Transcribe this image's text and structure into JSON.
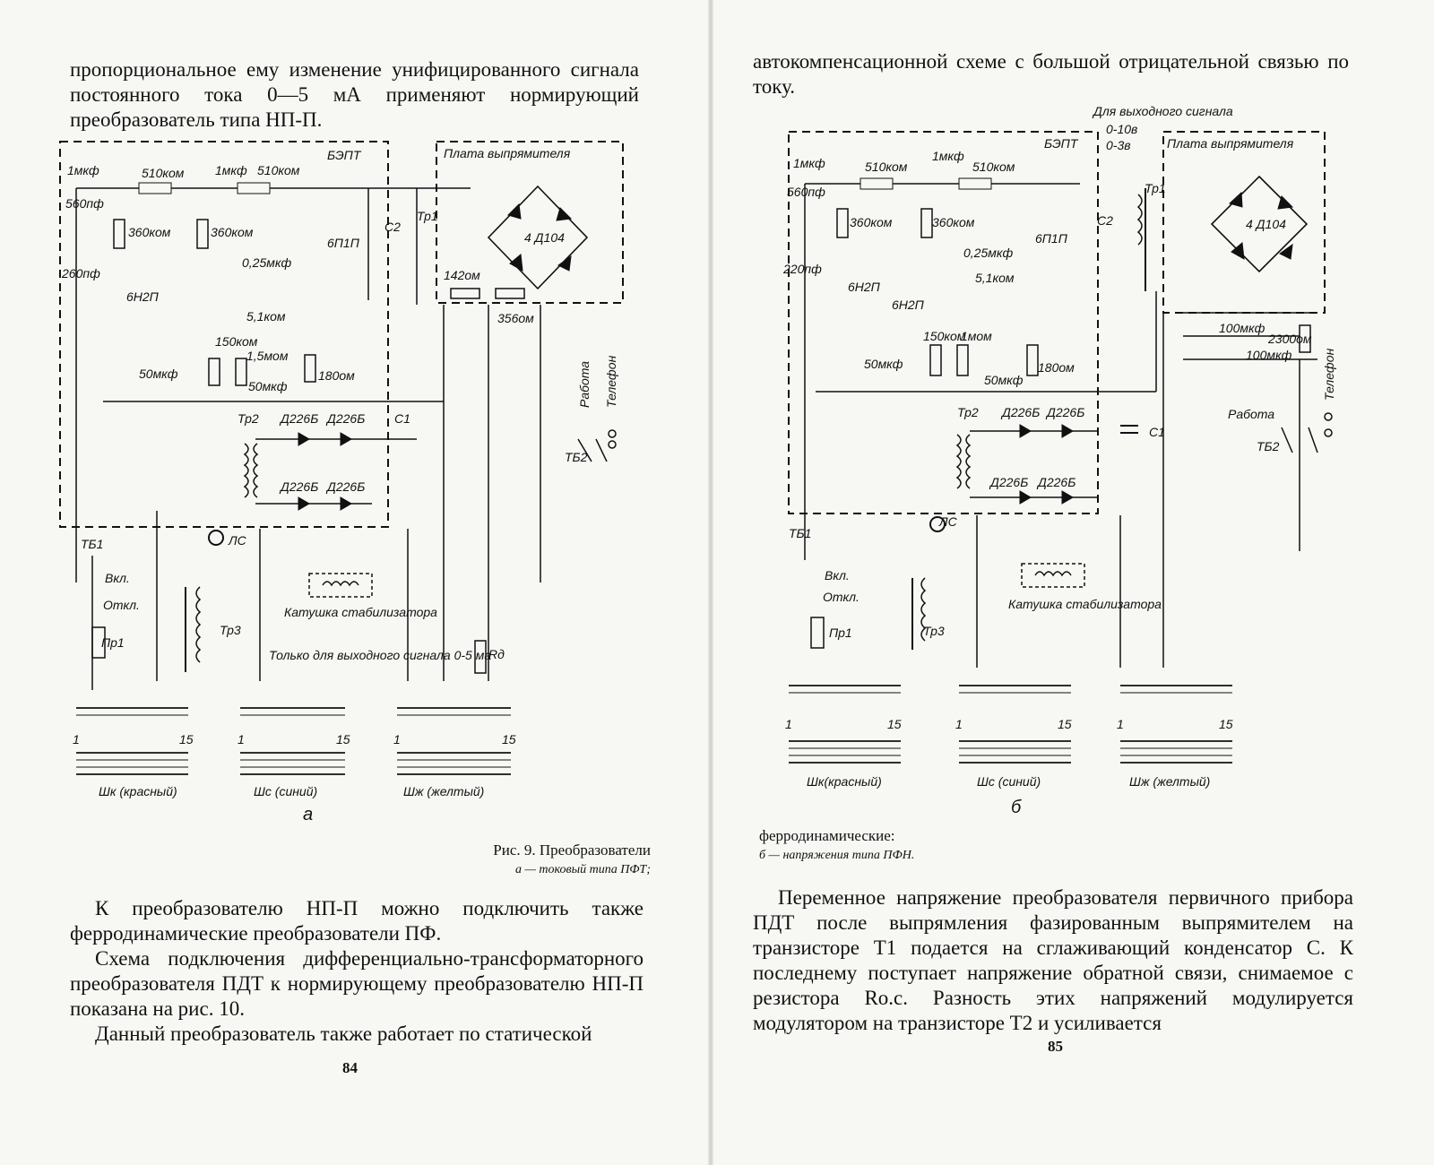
{
  "left_page": {
    "top_text": "пропорциональное ему изменение унифицированного сигнала постоянного тока 0—5 мА применяют нормирующий преобразователь типа НП-П.",
    "figure": {
      "block_label": "БЭПТ",
      "rectifier_label": "Плата выпрямителя",
      "bridge": "4 Д104",
      "components": [
        "1мкф",
        "510ком",
        "1мкф",
        "510ком",
        "560пф",
        "260пф",
        "360ком",
        "360ком",
        "6Н2П",
        "0,25мкф",
        "6П1П",
        "5,1ком",
        "150ком",
        "1,5мом",
        "50мкф",
        "50мкф",
        "180ом",
        "142ом",
        "356ом",
        "С2",
        "Тр1",
        "Тр2",
        "Тр3",
        "С1",
        "Д226Б",
        "Д226Б",
        "Д226Б",
        "Д226Б",
        "ЛС",
        "Пр1",
        "Rд"
      ],
      "switch_labels": [
        "Работа",
        "Телефон",
        "ТБ2",
        "ТБ1",
        "Вкл.",
        "Откл."
      ],
      "stabilizer_label": "Катушка стабилизатора",
      "note": "Только для выходного сигнала 0-5 ма",
      "connectors": [
        "Шк (красный)",
        "Шс (синий)",
        "Шж (желтый)"
      ],
      "pin_start": "1",
      "pin_end": "15",
      "letter": "а"
    },
    "caption_main": "Рис. 9. Преобразователи",
    "caption_sub": "а — токовый типа ПФТ;",
    "body_paragraphs": [
      "К преобразователю НП-П можно подключить также ферродинамические преобразователи ПФ.",
      "Схема подключения дифференциально-трансформаторного преобразователя ПДТ к нормирующему преобразователю НП-П показана на рис. 10.",
      "Данный преобразователь также работает по статической"
    ],
    "page_number": "84"
  },
  "right_page": {
    "top_text": "автокомпенсационной схеме с большой отрицательной связью по току.",
    "figure": {
      "output_note": "Для выходного сигнала",
      "ranges": [
        "0-10в",
        "0-3в"
      ],
      "block_label": "БЭПТ",
      "rectifier_label": "Плата выпрямителя",
      "bridge": "4 Д104",
      "components": [
        "1мкф",
        "510ком",
        "1мкф",
        "510ком",
        "560пф",
        "220пф",
        "360ком",
        "360ком",
        "6Н2П",
        "6Н2П",
        "0,25мкф",
        "5,1ком",
        "6П1П",
        "150ком",
        "1мом",
        "50мкф",
        "50мкф",
        "180ом",
        "С2",
        "Тр1",
        "100мкф",
        "2300ом",
        "100мкф",
        "Тр2",
        "С1",
        "Д226Б",
        "Д226Б",
        "Д226Б",
        "Д226Б",
        "ЛС",
        "Пр1",
        "Тр3"
      ],
      "switch_labels": [
        "Работа",
        "Телефон",
        "ТБ2",
        "ТБ1",
        "Вкл.",
        "Откл."
      ],
      "stabilizer_label": "Катушка стабилизатора",
      "connectors": [
        "Шк(красный)",
        "Шс (синий)",
        "Шж (желтый)"
      ],
      "pin_start": "1",
      "pin_end": "15",
      "letter": "б"
    },
    "caption_main": "ферродинамические:",
    "caption_sub": "б — напряжения типа ПФН.",
    "body_paragraphs": [
      "Переменное напряжение преобразователя первичного прибора ПДТ после выпрямления фазированным выпрямителем на транзисторе T1 подается на сглаживающий конденсатор С. К последнему поступает напряжение обратной связи, снимаемое с резистора Ro.c. Разность этих напряжений модулируется модулятором на транзисторе T2 и усиливается"
    ],
    "page_number": "85"
  }
}
